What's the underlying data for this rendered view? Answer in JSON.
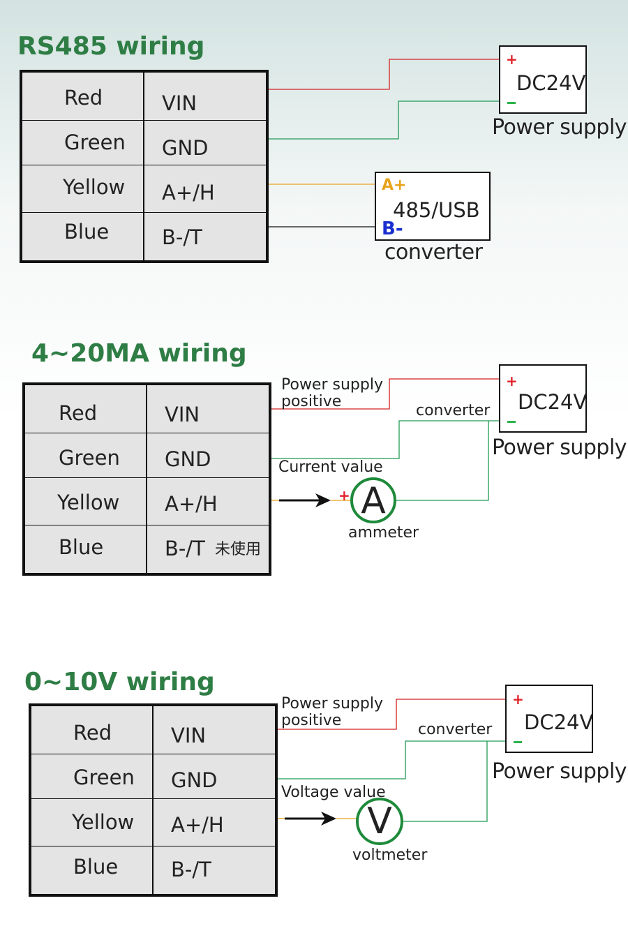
{
  "colors": {
    "red": "#d42020",
    "green": "#1f9a55",
    "yellow": "#e8a31c",
    "black": "#111111",
    "title": "#2e7d45",
    "plus": "#e0222a",
    "minus": "#2db34a",
    "meter": "#1e8a3a",
    "b_pin": "#1a2fd0",
    "a_pin": "#e8a31c"
  },
  "rs485": {
    "title": "RS485 wiring",
    "rows": [
      {
        "color": "Red",
        "pin": "VIN"
      },
      {
        "color": "Green",
        "pin": "GND"
      },
      {
        "color": "Yellow",
        "pin": "A+/H"
      },
      {
        "color": "Blue",
        "pin": "B-/T"
      }
    ],
    "power": {
      "plus": "+",
      "label": "DC24V",
      "caption": "Power supply"
    },
    "converter": {
      "a_label": "A+",
      "b_label": "B-",
      "label": "485/USB",
      "caption": "converter"
    }
  },
  "ma": {
    "title": "4~20MA wiring",
    "rows": [
      {
        "color": "Red",
        "pin": "VIN",
        "note": ""
      },
      {
        "color": "Green",
        "pin": "GND",
        "note": ""
      },
      {
        "color": "Yellow",
        "pin": "A+/H",
        "note": ""
      },
      {
        "color": "Blue",
        "pin": "B-/T",
        "note": "未使用"
      }
    ],
    "power": {
      "plus": "+",
      "label": "DC24V",
      "caption": "Power supply"
    },
    "labels": {
      "supply_line1": "Power supply",
      "supply_line2": "positive",
      "converter": "converter",
      "value": "Current value",
      "meter_plus": "+"
    },
    "meter": {
      "symbol": "A",
      "caption": "ammeter"
    }
  },
  "volt": {
    "title": "0~10V wiring",
    "rows": [
      {
        "color": "Red",
        "pin": "VIN"
      },
      {
        "color": "Green",
        "pin": "GND"
      },
      {
        "color": "Yellow",
        "pin": "A+/H"
      },
      {
        "color": "Blue",
        "pin": "B-/T"
      }
    ],
    "power": {
      "plus": "+",
      "label": "DC24V",
      "caption": "Power supply"
    },
    "labels": {
      "supply_line1": "Power supply",
      "supply_line2": "positive",
      "converter": "converter",
      "value": "Voltage value"
    },
    "meter": {
      "symbol": "V",
      "caption": "voltmeter"
    }
  }
}
